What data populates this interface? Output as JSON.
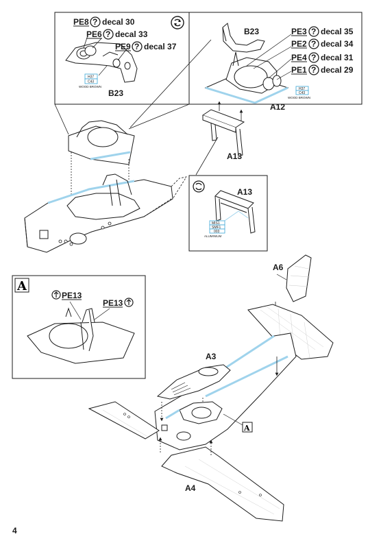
{
  "page_number": "4",
  "top_left": {
    "callouts": [
      {
        "part": "PE8",
        "decal": "decal 30"
      },
      {
        "part": "PE6",
        "decal": "decal 33"
      },
      {
        "part": "PE9",
        "decal": "decal 37"
      }
    ],
    "paint_top": "H37",
    "paint_bottom": "C43",
    "paint_name": "WOOD BROWN",
    "part_label": "B23"
  },
  "top_right": {
    "part_label_b23": "B23",
    "callouts": [
      {
        "part": "PE3",
        "decal": "decal 35"
      },
      {
        "part": "PE2",
        "decal": "decal 34"
      },
      {
        "part": "PE4",
        "decal": "decal 31"
      },
      {
        "part": "PE1",
        "decal": "decal 29"
      }
    ],
    "paint_top": "H37",
    "paint_bottom": "C43",
    "paint_name": "WOOD BROWN",
    "part_label_a12": "A12",
    "part_label_a13": "A13"
  },
  "mid_right": {
    "part_label": "A13",
    "paint_rows": [
      "MIS1",
      "SMF1",
      "003"
    ],
    "paint_name": "ALUMINIUM"
  },
  "detail_a": {
    "marker": "A",
    "pe_left": "PE13",
    "pe_right": "PE13"
  },
  "main": {
    "label_a6": "A6",
    "label_a3": "A3",
    "label_a4": "A4",
    "marker": "A"
  },
  "colors": {
    "line": "#1a1a1a",
    "highlight": "#9fd3ec",
    "paint_border": "#3aa6d6"
  }
}
